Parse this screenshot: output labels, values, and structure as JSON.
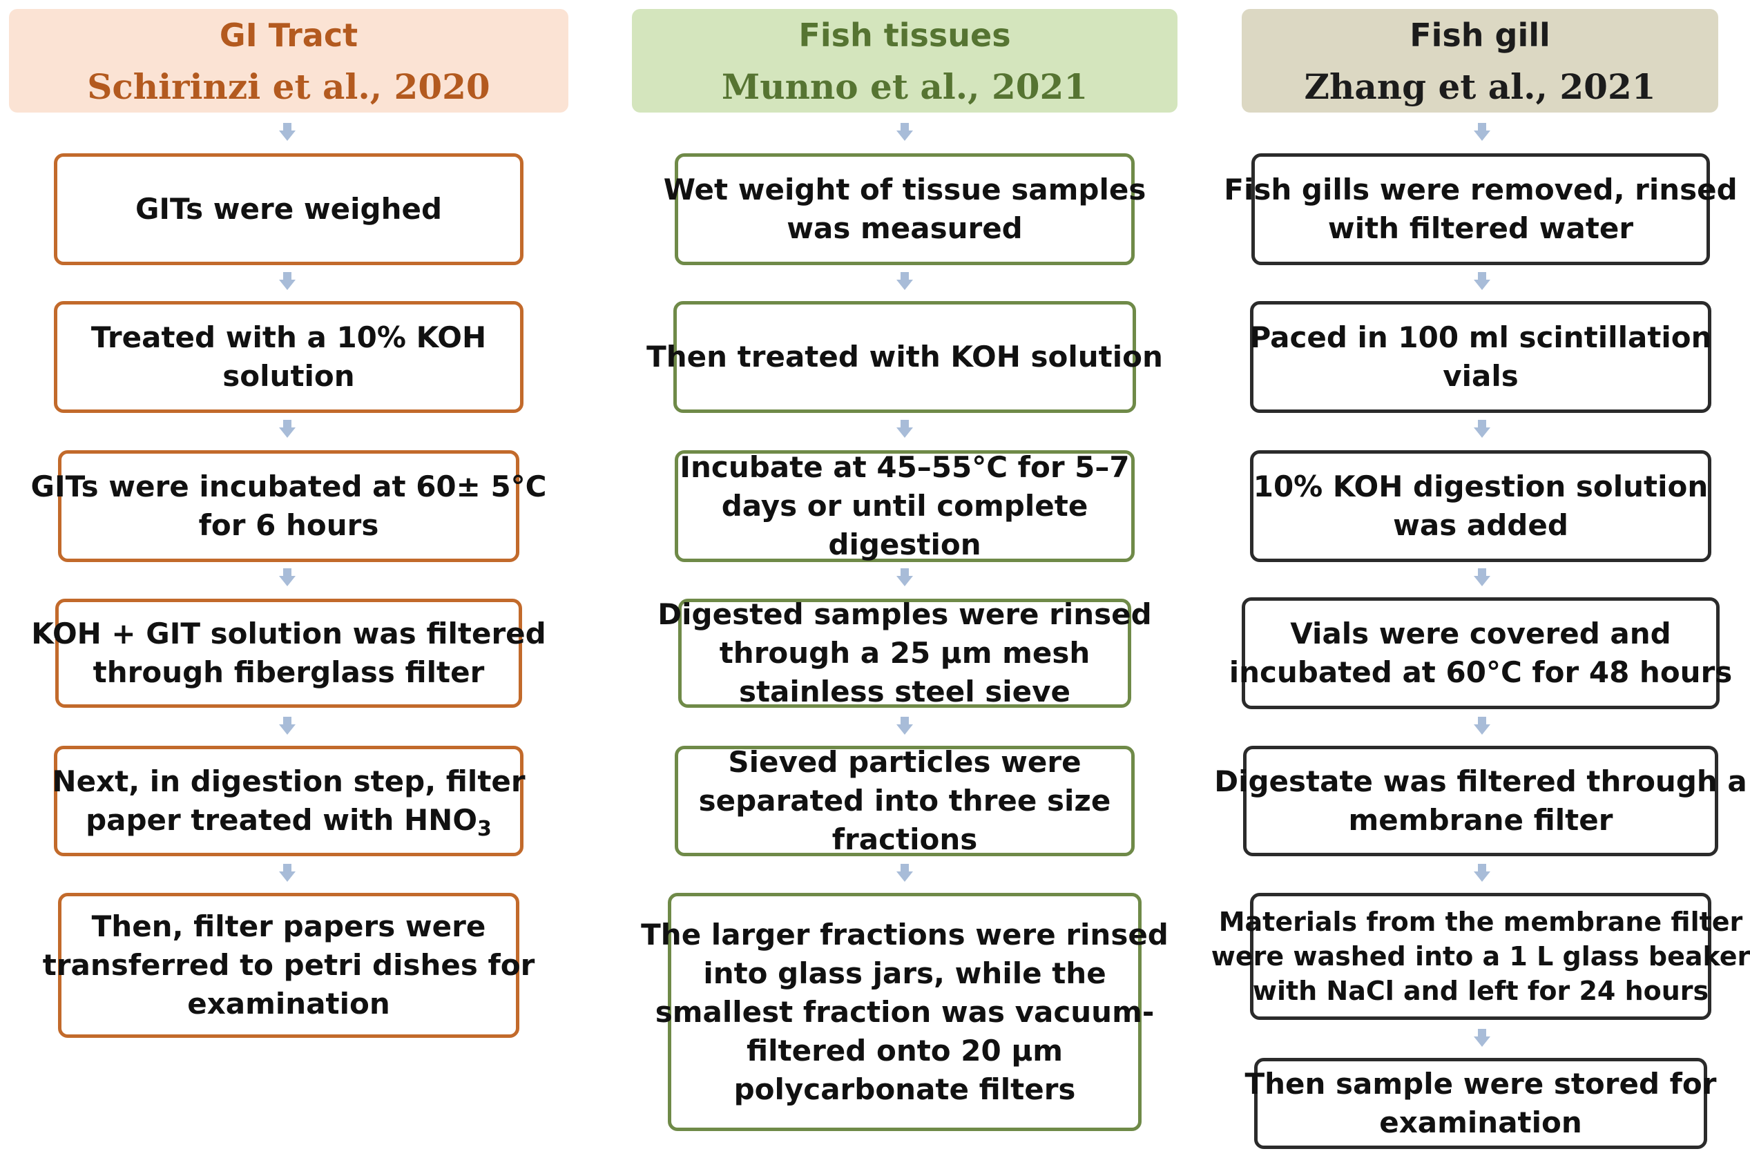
{
  "columns": {
    "gi": {
      "title": "GI Tract",
      "citation": "Schirinzi et al., 2020",
      "steps": [
        [
          "GITs were weighed"
        ],
        [
          "Treated with a 10% KOH",
          "solution"
        ],
        [
          "GITs were incubated at 60± 5°C",
          "for 6 hours"
        ],
        [
          "KOH + GIT solution was filtered",
          "through fiberglass filter"
        ],
        [
          "Next, in digestion step, filter",
          "paper treated with HNO",
          "3"
        ],
        [
          "Then, filter papers were",
          "transferred to petri dishes for",
          "examination"
        ]
      ]
    },
    "tissue": {
      "title": "Fish tissues",
      "citation": "Munno et al., 2021",
      "steps": [
        [
          "Wet weight of tissue samples",
          "was measured"
        ],
        [
          "Then treated with KOH solution"
        ],
        [
          "Incubate at 45–55°C for 5–7",
          "days or until complete",
          "digestion"
        ],
        [
          "Digested samples were rinsed",
          "through a 25 μm mesh",
          "stainless steel sieve"
        ],
        [
          "Sieved particles were",
          "separated into three size",
          "fractions"
        ],
        [
          "The larger fractions were rinsed",
          "into glass jars, while the",
          "smallest fraction was vacuum-",
          "filtered onto 20 μm",
          "polycarbonate filters"
        ]
      ]
    },
    "gill": {
      "title": "Fish gill",
      "citation": "Zhang et al., 2021",
      "steps": [
        [
          "Fish gills were removed, rinsed",
          "with filtered water"
        ],
        [
          "Paced in 100 ml scintillation",
          "vials"
        ],
        [
          "10% KOH digestion solution",
          "was added"
        ],
        [
          "Vials were covered and",
          "incubated at 60°C for 48 hours"
        ],
        [
          "Digestate was filtered through a",
          "membrane filter"
        ],
        [
          "Materials from the membrane filter",
          "were washed into a 1 L glass beaker",
          "with NaCl and left for 24 hours"
        ],
        [
          "Then sample were stored for",
          "examination"
        ]
      ]
    }
  },
  "colors": {
    "gi_border": "#c26a2b",
    "tissue_border": "#6f8a48",
    "gill_border": "#2b2b2b",
    "arrow": "#a8bcd8"
  },
  "icons": {
    "arrow": "down-arrow-icon"
  }
}
